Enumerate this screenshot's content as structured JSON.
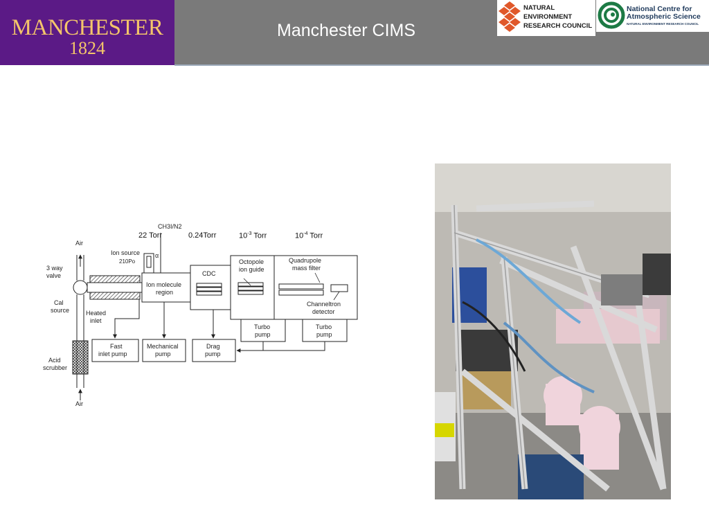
{
  "header": {
    "title": "Manchester CIMS",
    "uom_logo": {
      "word": "MANCHESTER",
      "year": "1824"
    },
    "nerc_logo": {
      "lines": [
        "NATURAL",
        "ENVIRONMENT",
        "RESEARCH COUNCIL"
      ]
    },
    "ncas_logo": {
      "name": "National Centre for Atmospheric Science",
      "subtitle": "NATURAL ENVIRONMENT RESEARCH COUNCIL"
    }
  },
  "pressures": [
    {
      "value": "22 Torr"
    },
    {
      "value": "0.24Torr"
    },
    {
      "base": "10",
      "exp": "-3",
      "unit": " Torr"
    },
    {
      "base": "10",
      "exp": "-4",
      "unit": " Torr"
    }
  ],
  "diagram": {
    "reagent": "CH3I/N2",
    "air_top": "Air",
    "three_way_valve": "3 way valve",
    "cal_source": "Cal source",
    "acid_scrubber": "Acid scrubber",
    "air_bottom": "Air",
    "ion_source": "Ion source",
    "po": "210Po",
    "alpha": "α",
    "heated_inlet": "Heated inlet",
    "ion_molecule_region": "Ion molecule region",
    "cdc": "CDC",
    "octopole": "Octopole ion guide",
    "quadrupole": "Quadrupole mass filter",
    "channeltron": "Channeltron detector",
    "turbo_pump": "Turbo pump",
    "fast_inlet_pump": "Fast inlet pump",
    "mechanical_pump": "Mechanical pump",
    "drag_pump": "Drag pump"
  },
  "colors": {
    "header_gray": "#7a7a7a",
    "uom_purple": "#5b1a86",
    "uom_gold": "#f4c56a",
    "nerc_orange": "#e0582a",
    "ncas_green": "#1d7a45"
  }
}
